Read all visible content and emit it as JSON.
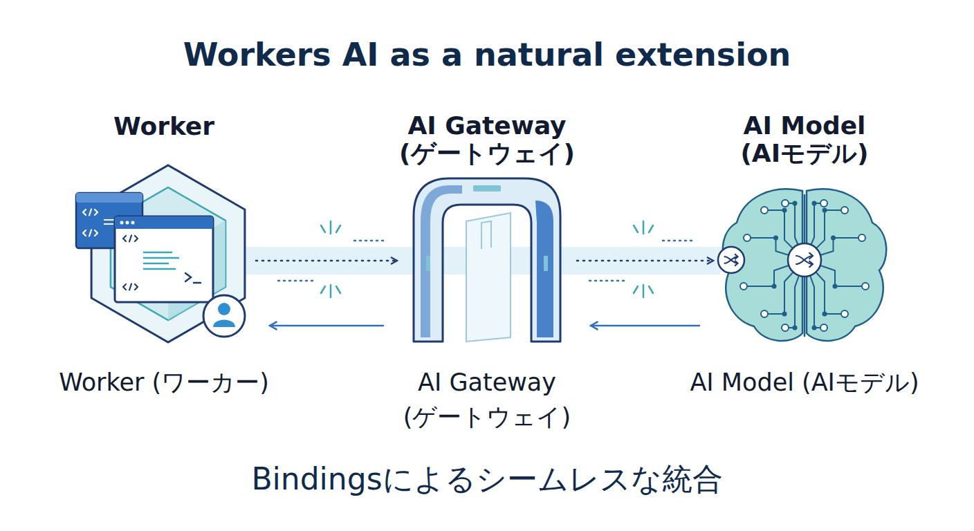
{
  "diagram": {
    "title": "Workers AI as a natural extension",
    "caption": "Bindingsによるシームレスな統合",
    "nodes": [
      {
        "text": [
          "Worker",
          "Worker (ワーカー)"
        ]
      },
      {
        "text": [
          "AI Gateway (ゲートウェイ)",
          "AI Gateway (ゲートウェイ)"
        ]
      },
      {
        "text": [
          "AI Model (AIモデル)",
          "AI Model (AIモデル)"
        ]
      }
    ],
    "edges": [
      {
        "from": 0,
        "to": 1,
        "arrow": "to"
      },
      {
        "from": 1,
        "to": 2,
        "arrow": "to"
      },
      {
        "from": 2,
        "to": 1,
        "arrow": "to"
      },
      {
        "from": 1,
        "to": 0,
        "arrow": "to"
      }
    ]
  }
}
